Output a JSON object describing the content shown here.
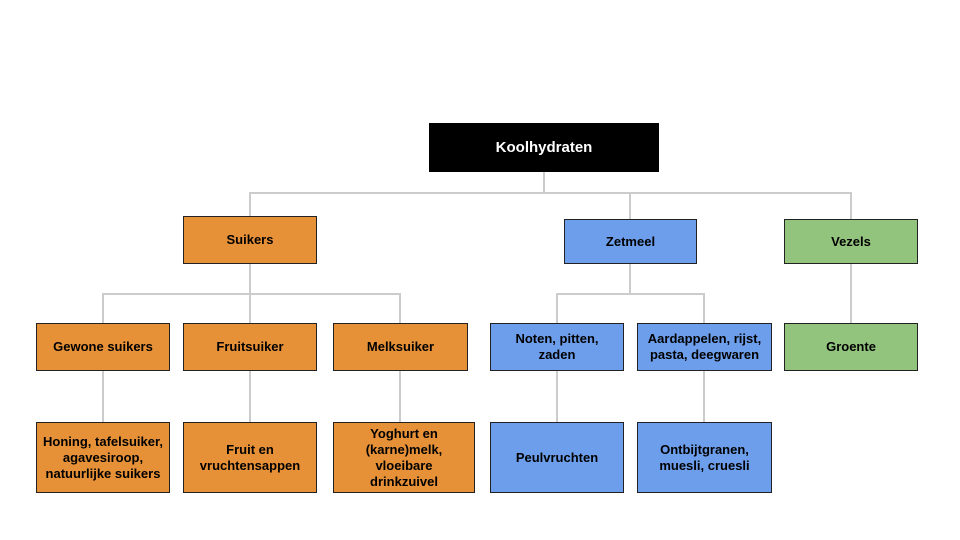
{
  "colors": {
    "root": "#000000",
    "sugar": "#e69138",
    "starch": "#6d9eeb",
    "fiber": "#93c47d",
    "connector": "#cccccc"
  },
  "root": {
    "label": "Koolhydraten"
  },
  "suikers": {
    "label": "Suikers",
    "gewone": {
      "label": "Gewone suikers",
      "detail": "Honing, tafelsuiker, agavesiroop, natuurlijke suikers"
    },
    "fruitsuiker": {
      "label": "Fruitsuiker",
      "detail": "Fruit en vruchtensappen"
    },
    "melksuiker": {
      "label": "Melksuiker",
      "detail": "Yoghurt en (karne)melk, vloeibare drinkzuivel"
    }
  },
  "zetmeel": {
    "label": "Zetmeel",
    "noten": {
      "label": "Noten, pitten, zaden",
      "detail": "Peulvruchten"
    },
    "aardappelen": {
      "label": "Aardappelen, rijst, pasta, deegwaren",
      "detail": "Ontbijtgranen, muesli, cruesli"
    }
  },
  "vezels": {
    "label": "Vezels",
    "groente": {
      "label": "Groente"
    }
  }
}
